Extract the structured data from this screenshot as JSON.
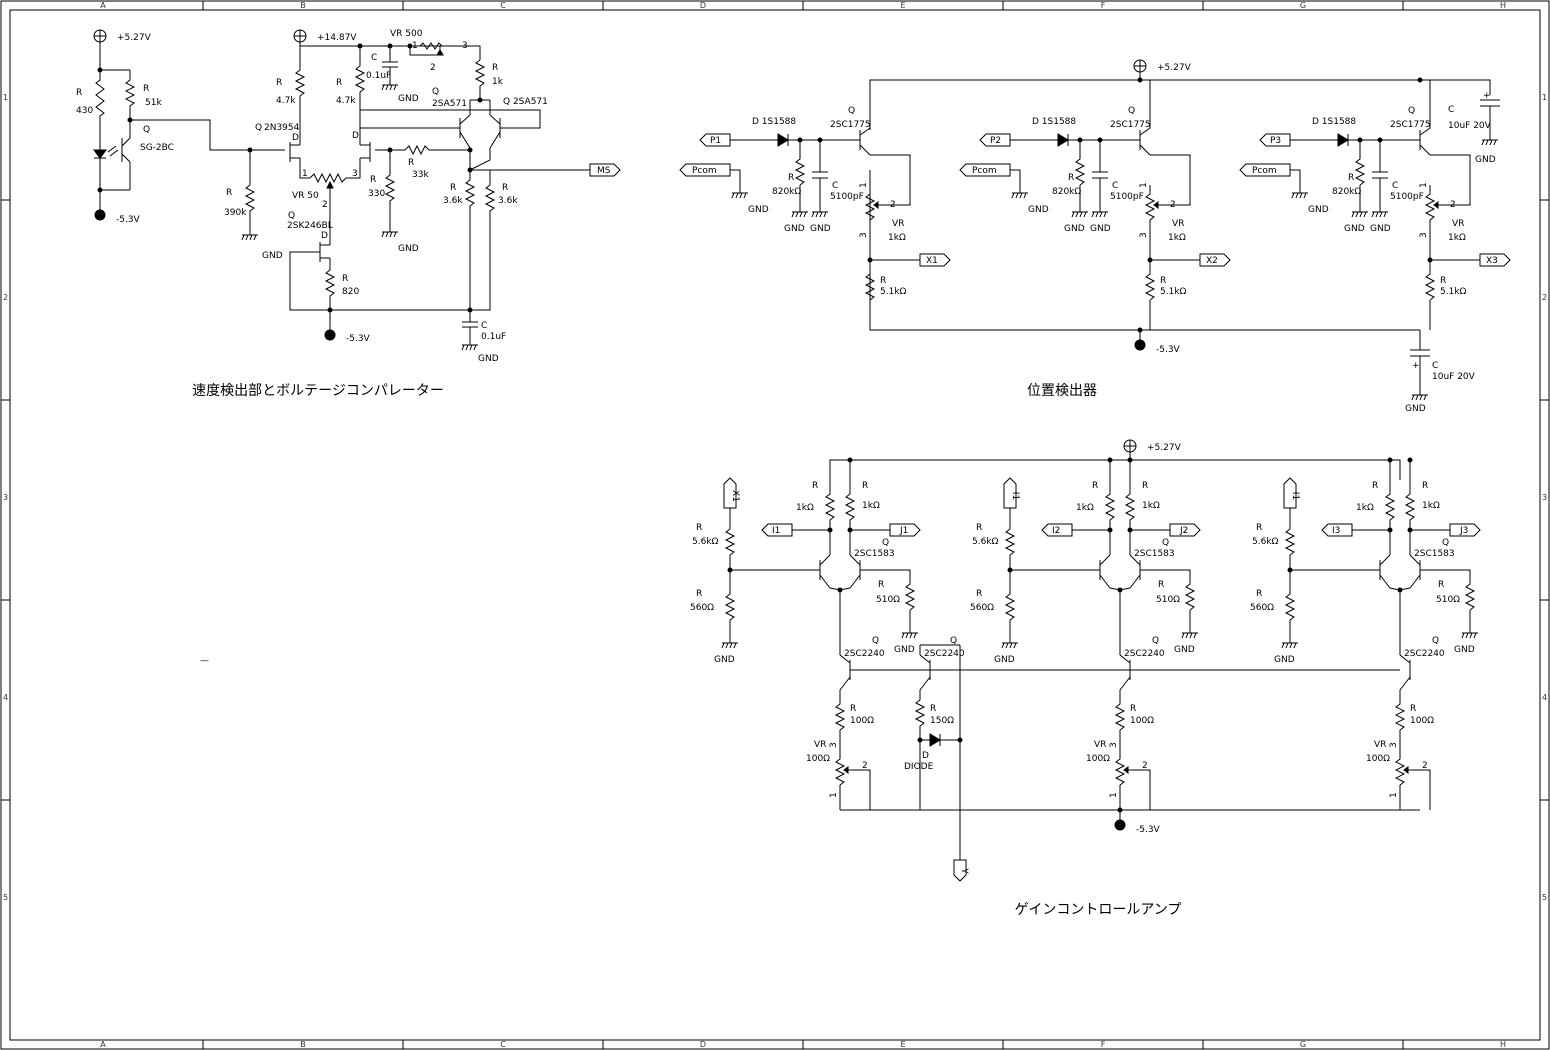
{
  "frame": {
    "columns": [
      "A",
      "B",
      "C",
      "D",
      "E",
      "F",
      "G",
      "H"
    ],
    "rows": [
      "1",
      "2",
      "3",
      "4",
      "5"
    ]
  },
  "titles": {
    "speed": "速度検出部とボルテージコンパレーター",
    "position": "位置検出器",
    "gain": "ゲインコントロールアンプ",
    "dash": "—"
  },
  "speed": {
    "vcc1": "+5.27V",
    "vcc2": "+14.87V",
    "vee1": "-5.3V",
    "vee2": "-5.3V",
    "r430": [
      "R",
      "430"
    ],
    "r51k": [
      "R",
      "51k"
    ],
    "q_sg": [
      "Q",
      "SG-2BC"
    ],
    "r390k": [
      "R",
      "390k"
    ],
    "q_2n": [
      "Q",
      "2N3954"
    ],
    "r47k_a": [
      "R",
      "4.7k"
    ],
    "r47k_b": [
      "R",
      "4.7k"
    ],
    "c01_a": [
      "C",
      "0.1uF"
    ],
    "gnd_c01": "GND",
    "vr500": "VR 500",
    "pin1": "1",
    "pin2": "2",
    "pin3": "3",
    "r1k": [
      "R",
      "1k"
    ],
    "q_2sa571_a": [
      "Q",
      "2SA571"
    ],
    "q_2sa571_b": "Q  2SA571",
    "vr50": "VR 50",
    "pin_vr50_1": "1",
    "pin_vr50_2": "2",
    "pin_vr50_3": "3",
    "r330": [
      "R",
      "330"
    ],
    "r33k": [
      "R",
      "33k"
    ],
    "r36k_a": [
      "R",
      "3.6k"
    ],
    "r36k_b": [
      "R",
      "3.6k"
    ],
    "q_2sk": [
      "Q",
      "2SK246BL"
    ],
    "gnd_q": "GND",
    "r820": [
      "R",
      "820"
    ],
    "c01_b": [
      "C",
      "0.1uF"
    ],
    "gnd_c01b": "GND",
    "gnd_r330": "GND",
    "ms": "MS",
    "d_a": "D",
    "d_b": "D",
    "d_c": "D"
  },
  "position": {
    "vcc": "+5.27V",
    "vee": "-5.3V",
    "ch": [
      {
        "p": "P1",
        "d": "D  1S1588",
        "q": "Q",
        "qn": "2SC1775",
        "pcom": "Pcom",
        "gnd": "GND",
        "r": "R",
        "r_val": "820kΩ",
        "c": "C",
        "c_val": "5100pF",
        "gnd2": "GND",
        "gnd3": "GND",
        "vr": "VR",
        "vr_val": "1kΩ",
        "x": "X1",
        "r2": "R",
        "r2_val": "5.1kΩ",
        "pin1": "1",
        "pin2": "2",
        "pin3": "3"
      },
      {
        "p": "P2",
        "d": "D  1S1588",
        "q": "Q",
        "qn": "2SC1775",
        "pcom": "Pcom",
        "gnd": "GND",
        "r": "R",
        "r_val": "820kΩ",
        "c": "C",
        "c_val": "5100pF",
        "gnd2": "GND",
        "gnd3": "GND",
        "vr": "VR",
        "vr_val": "1kΩ",
        "x": "X2",
        "r2": "R",
        "r2_val": "5.1kΩ",
        "pin1": "1",
        "pin2": "2",
        "pin3": "3"
      },
      {
        "p": "P3",
        "d": "D  1S1588",
        "q": "Q",
        "qn": "2SC1775",
        "pcom": "Pcom",
        "gnd": "GND",
        "r": "R",
        "r_val": "820kΩ",
        "c": "C",
        "c_val": "5100pF",
        "gnd2": "GND",
        "gnd3": "GND",
        "vr": "VR",
        "vr_val": "1kΩ",
        "x": "X3",
        "r2": "R",
        "r2_val": "5.1kΩ",
        "pin1": "1",
        "pin2": "2",
        "pin3": "3"
      }
    ],
    "c_top": [
      "C",
      "10uF 20V"
    ],
    "gnd_top": "GND",
    "plus": "+",
    "c_bot": [
      "C",
      "10uF 20V"
    ],
    "gnd_bot": "GND"
  },
  "gain": {
    "vcc": "+5.27V",
    "vee": "-5.3V",
    "ch": [
      {
        "xin": "X1",
        "r_a": "R",
        "r_a_val": "5.6kΩ",
        "r_b": "R",
        "r_b_val": "560Ω",
        "gnd": "GND",
        "r1": "R",
        "r1_val": "1kΩ",
        "r2": "R",
        "r2_val": "1kΩ",
        "i": "I1",
        "j": "J1",
        "q": "Q",
        "qn": "2SC1583",
        "r510": "R",
        "r510_val": "510Ω",
        "gnd2": "GND",
        "q2": "Q",
        "q2n": "2SC2240",
        "r100": "R",
        "r100_val": "100Ω",
        "vr": "VR",
        "vr_val": "100Ω",
        "pin1": "1",
        "pin2": "2",
        "pin3": "3"
      },
      {
        "xin": "I1",
        "r_a": "R",
        "r_a_val": "5.6kΩ",
        "r_b": "R",
        "r_b_val": "560Ω",
        "gnd": "GND",
        "r1": "R",
        "r1_val": "1kΩ",
        "r2": "R",
        "r2_val": "1kΩ",
        "i": "I2",
        "j": "J2",
        "q": "Q",
        "qn": "2SC1583",
        "r510": "R",
        "r510_val": "510Ω",
        "gnd2": "GND",
        "q2": "Q",
        "q2n": "2SC2240",
        "r100": "R",
        "r100_val": "100Ω",
        "vr": "VR",
        "vr_val": "100Ω",
        "pin1": "1",
        "pin2": "2",
        "pin3": "3"
      },
      {
        "xin": "I1",
        "r_a": "R",
        "r_a_val": "5.6kΩ",
        "r_b": "R",
        "r_b_val": "560Ω",
        "gnd": "GND",
        "r1": "R",
        "r1_val": "1kΩ",
        "r2": "R",
        "r2_val": "1kΩ",
        "i": "I3",
        "j": "J3",
        "q": "Q",
        "qn": "2SC1583",
        "r510": "R",
        "r510_val": "510Ω",
        "gnd2": "GND",
        "q2": "Q",
        "q2n": "2SC2240",
        "r100": "R",
        "r100_val": "100Ω",
        "vr": "VR",
        "vr_val": "100Ω",
        "pin1": "1",
        "pin2": "2",
        "pin3": "3"
      }
    ],
    "mid_q": [
      "Q",
      "2SC2240"
    ],
    "r150": [
      "R",
      "150Ω"
    ],
    "diode": [
      "D",
      "DIODE"
    ],
    "y": "Y"
  }
}
